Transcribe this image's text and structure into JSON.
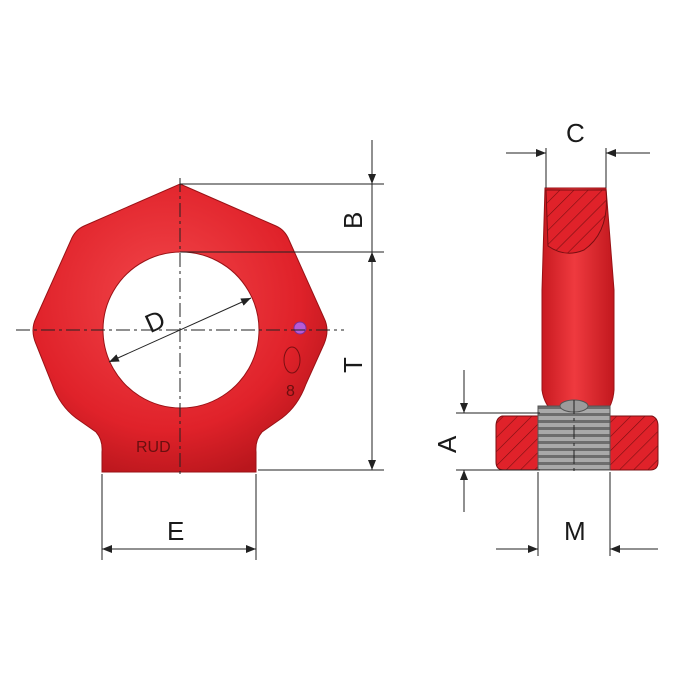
{
  "dimensions": {
    "B": "B",
    "T": "T",
    "C": "C",
    "A": "A",
    "M": "M",
    "E": "E",
    "D": "D"
  },
  "brand_mark": "RUD",
  "colors": {
    "body": "#e0222a",
    "body_dark": "#b8161c",
    "body_light": "#f04a4e",
    "thread": "#8a8a8a",
    "lines": "#222222"
  }
}
